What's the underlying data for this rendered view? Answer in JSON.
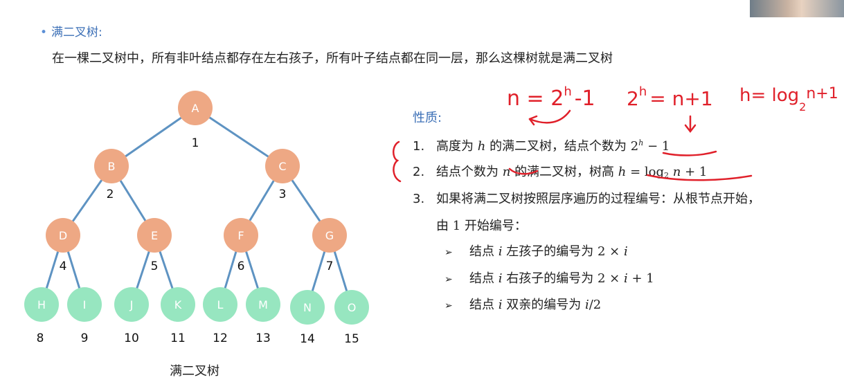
{
  "title": "满二叉树:",
  "definition": "在一棵二叉树中，所有非叶结点都存在左右孩子，所有叶子结点都在同一层，那么这棵树就是满二叉树",
  "tree": {
    "caption": "满二叉树",
    "internal_color": "#eea884",
    "leaf_color": "#97e6c0",
    "edge_color": "#5e93c2",
    "nodes": [
      {
        "label": "A",
        "number": "1"
      },
      {
        "label": "B",
        "number": "2"
      },
      {
        "label": "C",
        "number": "3"
      },
      {
        "label": "D",
        "number": "4"
      },
      {
        "label": "E",
        "number": "5"
      },
      {
        "label": "F",
        "number": "6"
      },
      {
        "label": "G",
        "number": "7"
      },
      {
        "label": "H",
        "number": "8"
      },
      {
        "label": "I",
        "number": "9"
      },
      {
        "label": "J",
        "number": "10"
      },
      {
        "label": "K",
        "number": "11"
      },
      {
        "label": "L",
        "number": "12"
      },
      {
        "label": "M",
        "number": "13"
      },
      {
        "label": "N",
        "number": "14"
      },
      {
        "label": "O",
        "number": "15"
      }
    ]
  },
  "properties": {
    "title": "性质:",
    "item1": {
      "index": "1.",
      "pre": "高度为",
      "h": "h",
      "mid": "的满二叉树，结点个数为",
      "base": "2",
      "exp": "h",
      "tail": "− 1"
    },
    "item2": {
      "index": "2.",
      "pre": "结点个数为",
      "n": "n",
      "mid": "的满二叉树，树高",
      "h": "h",
      "eq": "= log",
      "base": "2",
      "tail_var": "n",
      "tail": "+ 1"
    },
    "item3": {
      "index": "3.",
      "line1": "如果将满二叉树按照层序遍历的过程编号：从根节点开始，",
      "line2_pre": "由",
      "line2_num": "1",
      "line2_post": "开始编号："
    },
    "sub": [
      {
        "arrow": "➢",
        "pre": "结点",
        "var": "i",
        "mid": "左孩子的编号为",
        "expr_pre": "2 ×",
        "expr_var": "i",
        "expr_post": ""
      },
      {
        "arrow": "➢",
        "pre": "结点",
        "var": "i",
        "mid": "右孩子的编号为",
        "expr_pre": "2 ×",
        "expr_var": "i",
        "expr_post": "+ 1"
      },
      {
        "arrow": "➢",
        "pre": "结点",
        "var": "i",
        "mid": "双亲的编号为",
        "expr_pre": "",
        "expr_var": "i",
        "expr_post": "/2"
      }
    ]
  },
  "handwriting": {
    "color": "#e0202a",
    "eq1": "n = 2",
    "eq1_exp": "h",
    "eq1_tail": "-1",
    "eq2": "2",
    "eq2_exp": "h",
    "eq2_tail": "= n+1",
    "eq3": "h= log",
    "eq3_sub": "2",
    "eq3_tail": "n+1"
  }
}
